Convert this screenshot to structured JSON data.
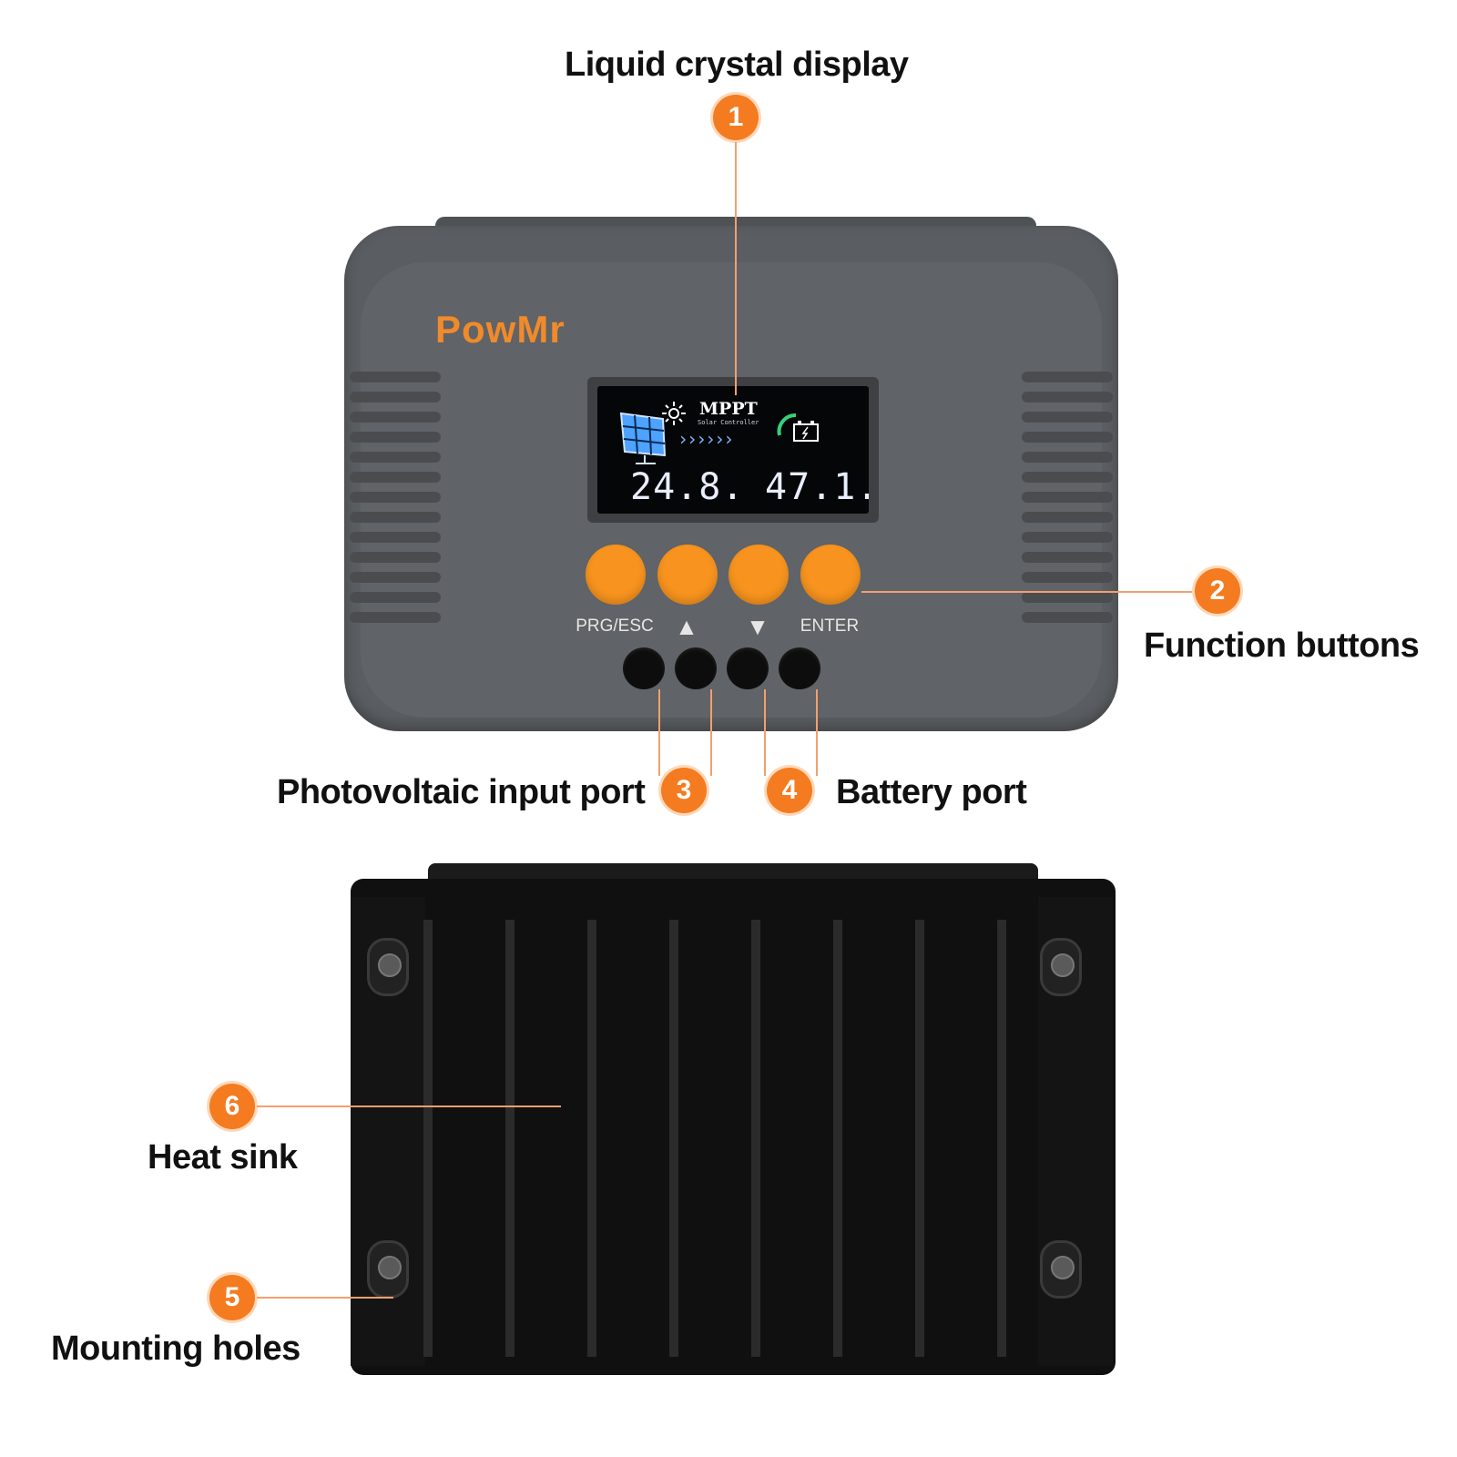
{
  "title": "Liquid crystal display",
  "callouts": [
    {
      "number": "1",
      "label": "Liquid crystal display"
    },
    {
      "number": "2",
      "label": "Function buttons"
    },
    {
      "number": "3",
      "label": "Photovoltaic input port"
    },
    {
      "number": "4",
      "label": "Battery port"
    },
    {
      "number": "5",
      "label": "Mounting holes"
    },
    {
      "number": "6",
      "label": "Heat sink"
    }
  ],
  "device": {
    "brand": "PowMr",
    "lcd": {
      "header": "MPPT",
      "subheader": "Solar Controller",
      "left_value": "24.8.",
      "right_value": "47.1.",
      "arrows": "››››››"
    },
    "buttons": [
      {
        "label": "PRG/ESC"
      },
      {
        "label": "▲"
      },
      {
        "label": "▼"
      },
      {
        "label": "ENTER"
      }
    ]
  },
  "colors": {
    "accent": "#f47b20",
    "button": "#f7931e",
    "body": "#5a5d61",
    "heatsink": "#101010"
  }
}
